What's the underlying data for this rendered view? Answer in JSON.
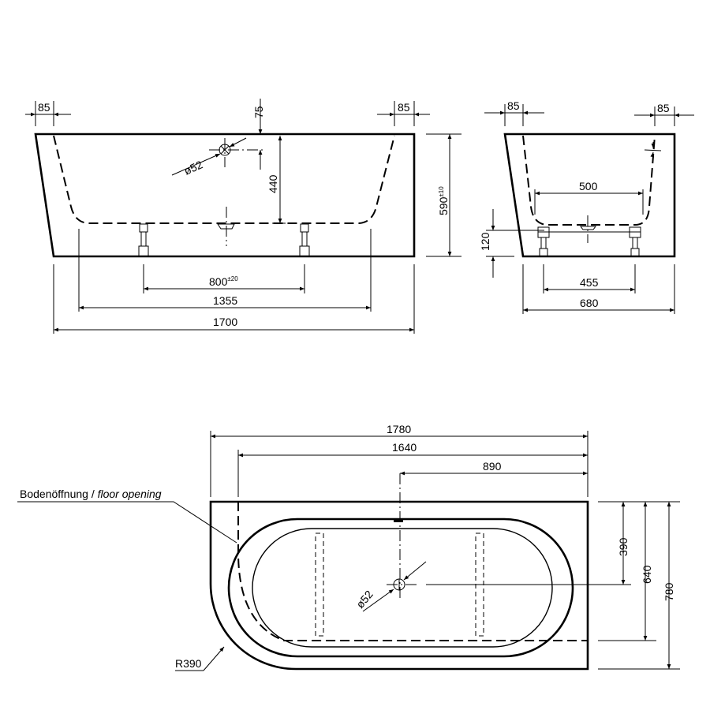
{
  "front_view": {
    "dim_left_rim": "85",
    "dim_right_rim": "85",
    "dim_overflow_top": "75",
    "dim_overflow_diameter": "ø52",
    "dim_overflow_height": "440",
    "dim_height": "590",
    "dim_height_tolerance": "±10",
    "dim_feet_spacing": "800",
    "dim_feet_tolerance": "±20",
    "dim_inner_length": "1355",
    "dim_length": "1700"
  },
  "side_view": {
    "dim_left_rim": "85",
    "dim_right_rim": "85",
    "dim_inner_width": "500",
    "dim_foot_height": "120",
    "dim_feet_spacing": "455",
    "dim_width": "680"
  },
  "plan_view": {
    "dim_total_length": "1780",
    "dim_floor_opening_length": "1640",
    "dim_drain_offset": "890",
    "dim_drain_diameter": "ø52",
    "dim_drain_y": "390",
    "dim_floor_opening_width": "640",
    "dim_total_width": "780",
    "label_floor_opening_de": "Bodenöffnung /",
    "label_floor_opening_en": "floor opening",
    "label_radius": "R390"
  }
}
